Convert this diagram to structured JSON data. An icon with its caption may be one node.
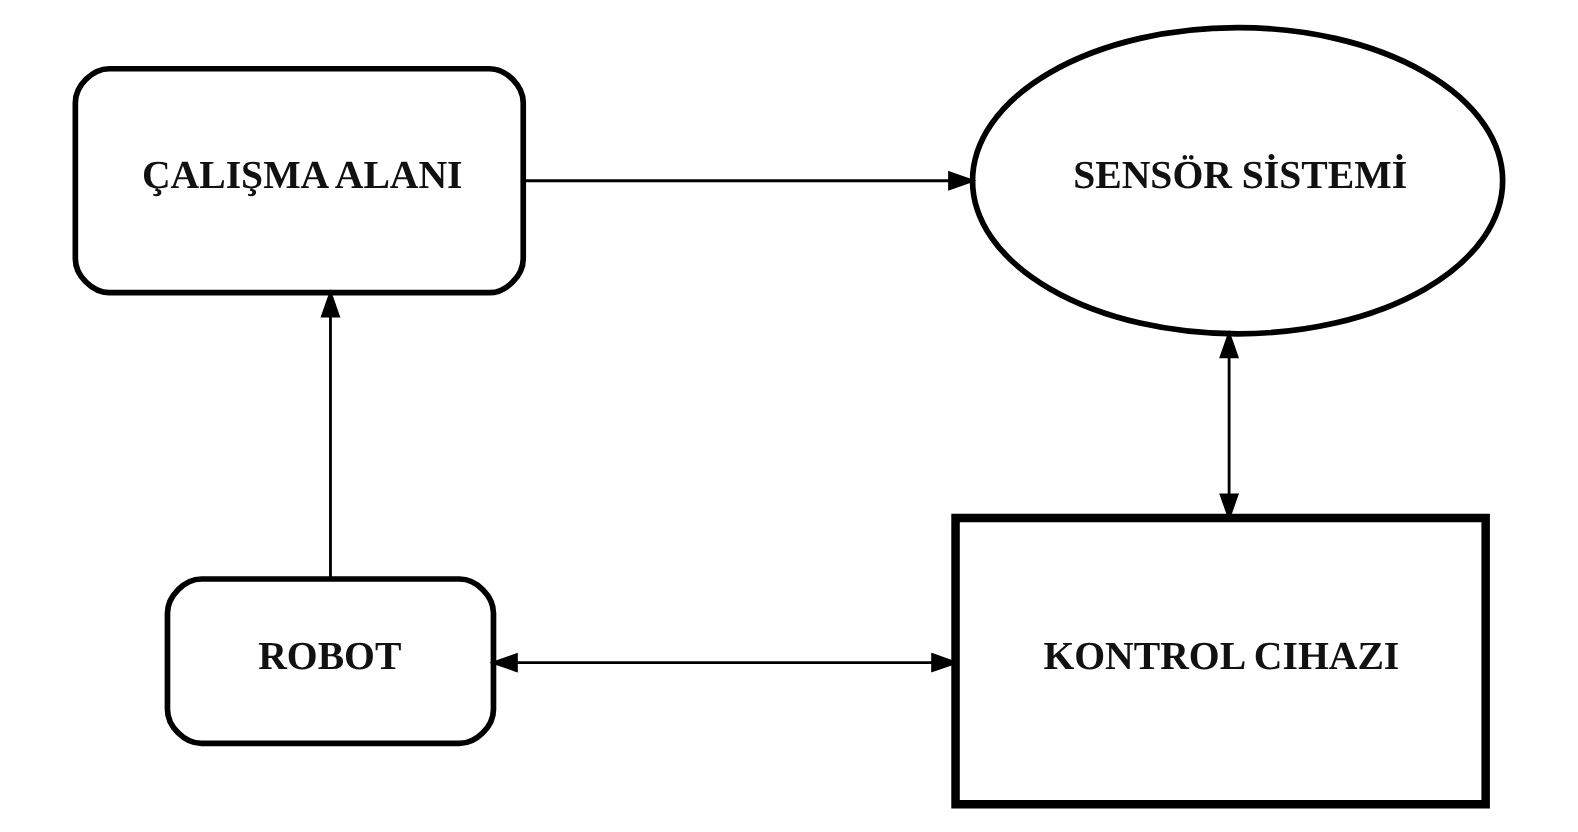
{
  "diagram": {
    "nodes": [
      {
        "text": [
          "ÇALIŞMA ALANI"
        ]
      },
      {
        "text": [
          "SENSÖR SİSTEMİ"
        ]
      },
      {
        "text": [
          "ROBOT"
        ]
      },
      {
        "text": [
          "KONTROL CIHAZI"
        ]
      }
    ],
    "edges": [
      {
        "from": 0,
        "to": 1,
        "arrow": "to"
      },
      {
        "from": 1,
        "to": 3,
        "arrow": "both"
      },
      {
        "from": 2,
        "to": 3,
        "arrow": "both"
      },
      {
        "from": 2,
        "to": 0,
        "arrow": "to"
      }
    ]
  }
}
